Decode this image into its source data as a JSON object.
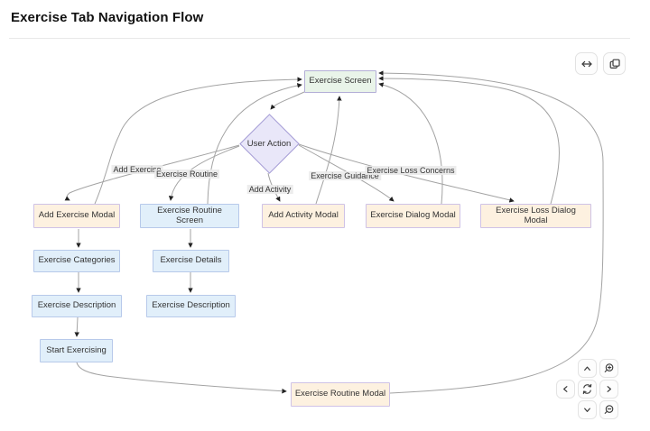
{
  "header": {
    "title": "Exercise Tab Navigation Flow"
  },
  "toolbar": {
    "buttons": [
      {
        "name": "fit-width",
        "icon": "arrows-left-right",
        "glyph": "↔"
      },
      {
        "name": "copy-diagram",
        "icon": "copy",
        "glyph": "⧉"
      }
    ]
  },
  "diagram": {
    "nodes": [
      {
        "id": "exercise-screen",
        "label": "Exercise Screen",
        "kind": "screen"
      },
      {
        "id": "user-action",
        "label": "User Action",
        "kind": "decision"
      },
      {
        "id": "add-exercise-modal",
        "label": "Add Exercise Modal",
        "kind": "modal"
      },
      {
        "id": "exercise-routine-screen",
        "label": "Exercise Routine Screen",
        "kind": "step"
      },
      {
        "id": "add-activity-modal",
        "label": "Add Activity Modal",
        "kind": "modal"
      },
      {
        "id": "exercise-dialog-modal",
        "label": "Exercise Dialog Modal",
        "kind": "modal"
      },
      {
        "id": "exercise-loss-dialog-modal",
        "label": "Exercise Loss Dialog Modal",
        "kind": "modal"
      },
      {
        "id": "exercise-categories",
        "label": "Exercise Categories",
        "kind": "step"
      },
      {
        "id": "exercise-details",
        "label": "Exercise Details",
        "kind": "step"
      },
      {
        "id": "exercise-description-1",
        "label": "Exercise Description",
        "kind": "step"
      },
      {
        "id": "exercise-description-2",
        "label": "Exercise Description",
        "kind": "step"
      },
      {
        "id": "start-exercising",
        "label": "Start Exercising",
        "kind": "step"
      },
      {
        "id": "exercise-routine-modal",
        "label": "Exercise Routine Modal",
        "kind": "modal"
      }
    ],
    "edges": [
      {
        "from": "Exercise Screen",
        "to": "User Action",
        "label": ""
      },
      {
        "from": "User Action",
        "to": "Add Exercise Modal",
        "label": "Add Exercise"
      },
      {
        "from": "User Action",
        "to": "Exercise Routine Screen",
        "label": "Exercise Routine"
      },
      {
        "from": "User Action",
        "to": "Add Activity Modal",
        "label": "Add Activity"
      },
      {
        "from": "User Action",
        "to": "Exercise Dialog Modal",
        "label": "Exercise Guidance"
      },
      {
        "from": "User Action",
        "to": "Exercise Loss Dialog Modal",
        "label": "Exercise Loss Concerns"
      },
      {
        "from": "Add Exercise Modal",
        "to": "Exercise Categories",
        "label": ""
      },
      {
        "from": "Exercise Categories",
        "to": "Exercise Description",
        "label": ""
      },
      {
        "from": "Exercise Description",
        "to": "Start Exercising",
        "label": ""
      },
      {
        "from": "Exercise Routine Screen",
        "to": "Exercise Details",
        "label": ""
      },
      {
        "from": "Exercise Details",
        "to": "Exercise Description",
        "label": ""
      },
      {
        "from": "Start Exercising",
        "to": "Exercise Routine Modal",
        "label": ""
      },
      {
        "from": "Add Exercise Modal",
        "to": "Exercise Screen",
        "label": ""
      },
      {
        "from": "Exercise Routine Screen",
        "to": "Exercise Screen",
        "label": ""
      },
      {
        "from": "Add Activity Modal",
        "to": "Exercise Screen",
        "label": ""
      },
      {
        "from": "Exercise Dialog Modal",
        "to": "Exercise Screen",
        "label": ""
      },
      {
        "from": "Exercise Loss Dialog Modal",
        "to": "Exercise Screen",
        "label": ""
      },
      {
        "from": "Exercise Routine Modal",
        "to": "Exercise Screen",
        "label": ""
      }
    ]
  },
  "controls": {
    "buttons": [
      {
        "name": "pan-up",
        "icon": "chevron-up",
        "glyph": "⌃"
      },
      {
        "name": "zoom-in",
        "icon": "magnifier-plus",
        "glyph": "⊕"
      },
      {
        "name": "pan-left",
        "icon": "chevron-left",
        "glyph": "‹"
      },
      {
        "name": "reset-view",
        "icon": "refresh-arrows",
        "glyph": "⟳"
      },
      {
        "name": "pan-right",
        "icon": "chevron-right",
        "glyph": "›"
      },
      {
        "name": "pan-down",
        "icon": "chevron-down",
        "glyph": "⌄"
      },
      {
        "name": "zoom-out",
        "icon": "magnifier-minus",
        "glyph": "⊖"
      }
    ]
  },
  "colors": {
    "screen_fill": "#e9f4e9",
    "screen_border": "#b3aed6",
    "decision_fill": "#e9e7f9",
    "decision_border": "#a49bd5",
    "modal_fill": "#fdf1e0",
    "modal_border": "#cfc2e6",
    "step_fill": "#e1effa",
    "step_border": "#b7c9ea",
    "edge_line": "#a3a3a3",
    "arrowhead": "#222222",
    "edge_label_bg": "#eaeaea"
  }
}
